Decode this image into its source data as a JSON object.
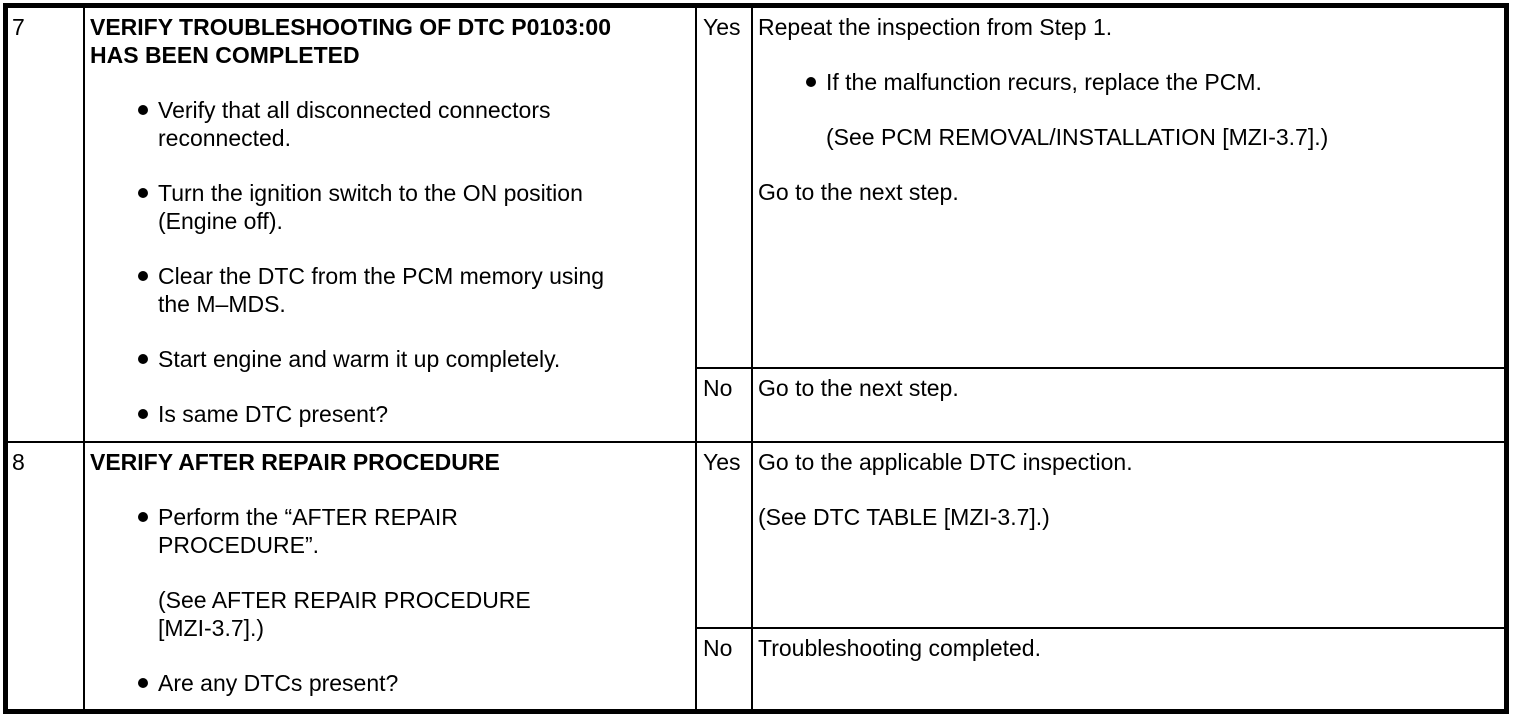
{
  "colors": {
    "border": "#000000",
    "background": "#ffffff",
    "text": "#000000"
  },
  "steps": [
    {
      "number": "7",
      "action": {
        "title": "VERIFY TROUBLESHOOTING OF DTC P0103:00\nHAS BEEN COMPLETED",
        "bullets": [
          "Verify that all disconnected connectors\nreconnected.",
          "Turn the ignition switch to the ON position\n(Engine off).",
          "Clear the DTC from the PCM memory using\nthe M–MDS.",
          "Start engine and warm it up completely.",
          "Is same DTC present?"
        ]
      },
      "yes": {
        "label": "Yes",
        "intro": "Repeat the inspection from Step 1.",
        "bullet": "If the malfunction recurs, replace the PCM.",
        "reference": "(See PCM REMOVAL/INSTALLATION [MZI-3.7].)",
        "outro": "Go to the next step."
      },
      "no": {
        "label": "No",
        "text": "Go to the next step."
      }
    },
    {
      "number": "8",
      "action": {
        "title": "VERIFY AFTER REPAIR PROCEDURE",
        "bullet1": "Perform the “AFTER REPAIR\nPROCEDURE”.",
        "reference": "(See AFTER REPAIR PROCEDURE\n[MZI-3.7].)",
        "bullet2": "Are any DTCs present?"
      },
      "yes": {
        "label": "Yes",
        "intro": "Go to the applicable DTC inspection.",
        "reference": "(See DTC TABLE [MZI-3.7].)"
      },
      "no": {
        "label": "No",
        "text": "Troubleshooting completed."
      }
    }
  ]
}
